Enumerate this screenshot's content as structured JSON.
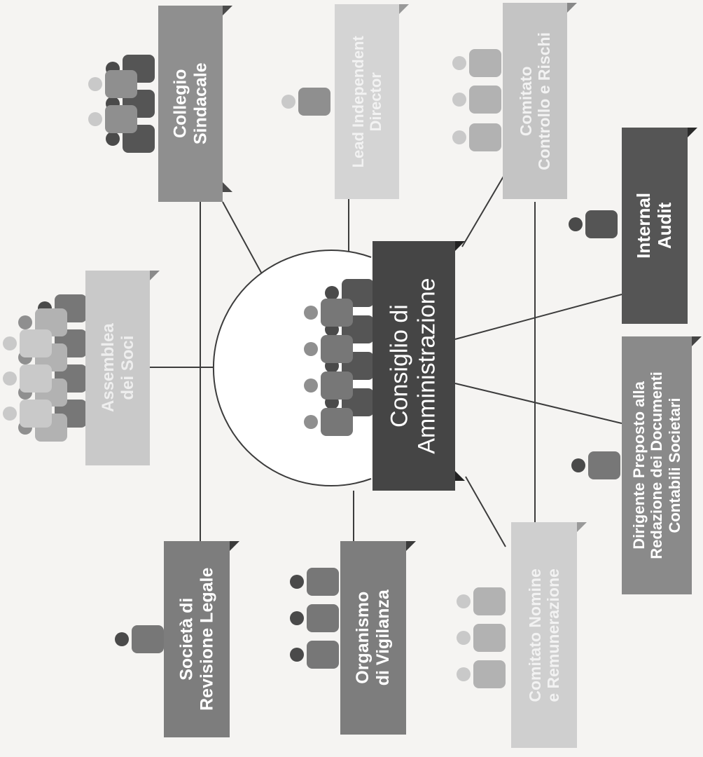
{
  "colors": {
    "dark": "#4a4a4a",
    "darkFace": "#555555",
    "mid": "#8f8f8f",
    "midFace": "#777777",
    "light": "#c9c9c9",
    "lightFace": "#b2b2b2",
    "line": "#3c3c3c",
    "bg": "#f5f4f2"
  },
  "center": {
    "line1": "Consiglio di",
    "line2": "Amministrazione"
  },
  "nodes": {
    "assemblea": {
      "line1": "Assemblea",
      "line2": "dei Soci"
    },
    "collegio": {
      "line1": "Collegio",
      "line2": "Sindacale"
    },
    "lead": {
      "line1": "Lead Independent",
      "line2": "Director"
    },
    "controllo": {
      "line1": "Comitato",
      "line2": "Controllo e Rischi"
    },
    "audit": {
      "line1": "Internal",
      "line2": "Audit"
    },
    "dirigente": {
      "line1": "Dirigente Preposto alla",
      "line2": "Redazione dei Documenti",
      "line3": "Contabili Societari"
    },
    "revisione": {
      "line1": "Società di",
      "line2": "Revisione Legale"
    },
    "vigilanza": {
      "line1": "Organismo",
      "line2": "di Vigilanza"
    },
    "nomine": {
      "line1": "Comitato Nomine",
      "line2": "e Remunerazione"
    }
  }
}
